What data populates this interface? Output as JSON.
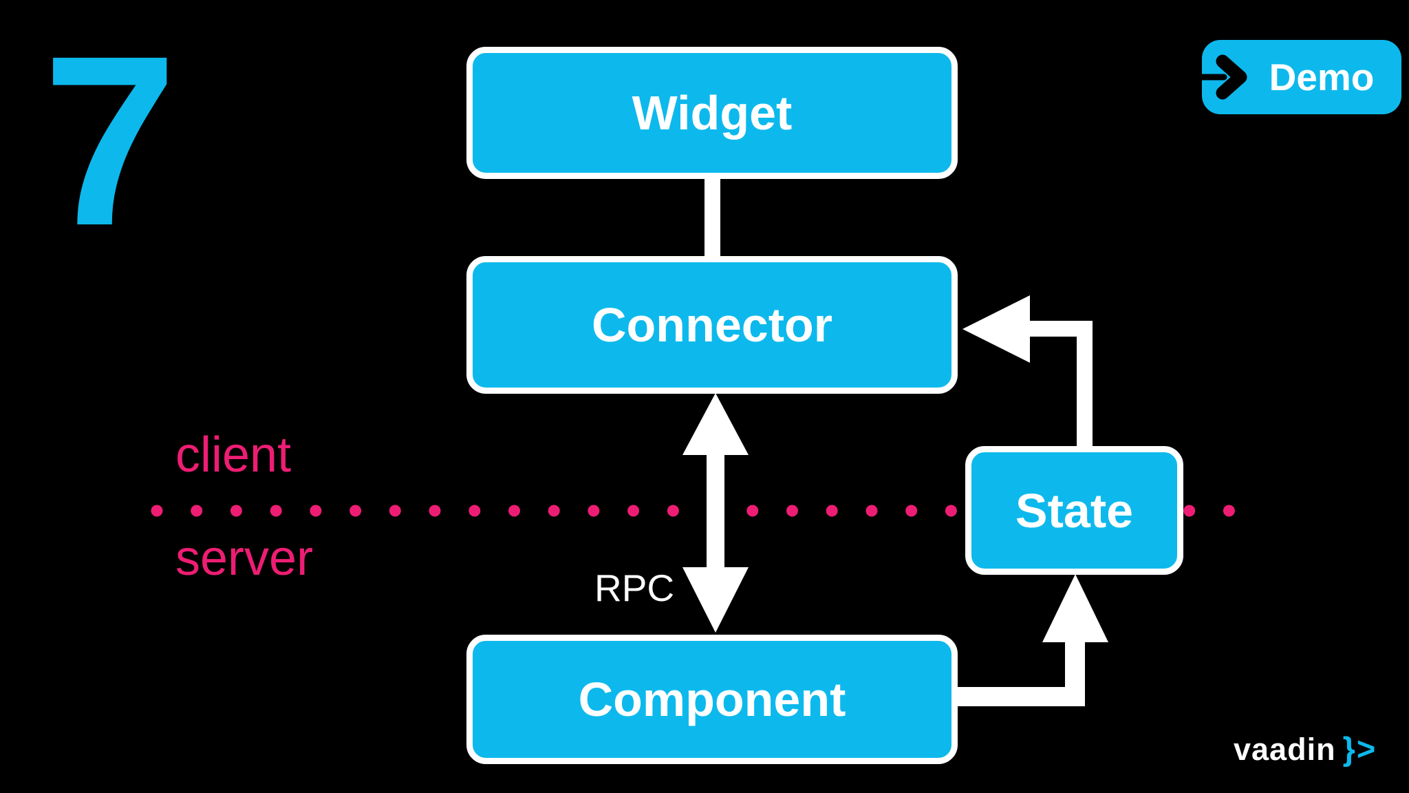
{
  "slide": {
    "number": "7",
    "background_color": "#000000"
  },
  "colors": {
    "cyan": "#0db9ec",
    "pink": "#ee1d74",
    "white": "#ffffff",
    "black": "#000000"
  },
  "demo_button": {
    "label": "Demo",
    "icon": "arrow-right-icon"
  },
  "diagram": {
    "nodes": [
      {
        "id": "widget",
        "label": "Widget",
        "tier": "client"
      },
      {
        "id": "connector",
        "label": "Connector",
        "tier": "client"
      },
      {
        "id": "component",
        "label": "Component",
        "tier": "server"
      },
      {
        "id": "state",
        "label": "State",
        "tier": "boundary"
      }
    ],
    "edges": [
      {
        "from": "widget",
        "to": "connector",
        "style": "line"
      },
      {
        "from": "connector",
        "to": "component",
        "style": "double-arrow",
        "label": "RPC"
      },
      {
        "from": "state",
        "to": "connector",
        "style": "elbow-arrow"
      },
      {
        "from": "component",
        "to": "state",
        "style": "elbow-arrow"
      }
    ],
    "edge_label": "RPC",
    "tier_labels": {
      "client": "client",
      "server": "server"
    }
  },
  "logo": {
    "wordmark": "vaadin",
    "symbol": "}>"
  }
}
